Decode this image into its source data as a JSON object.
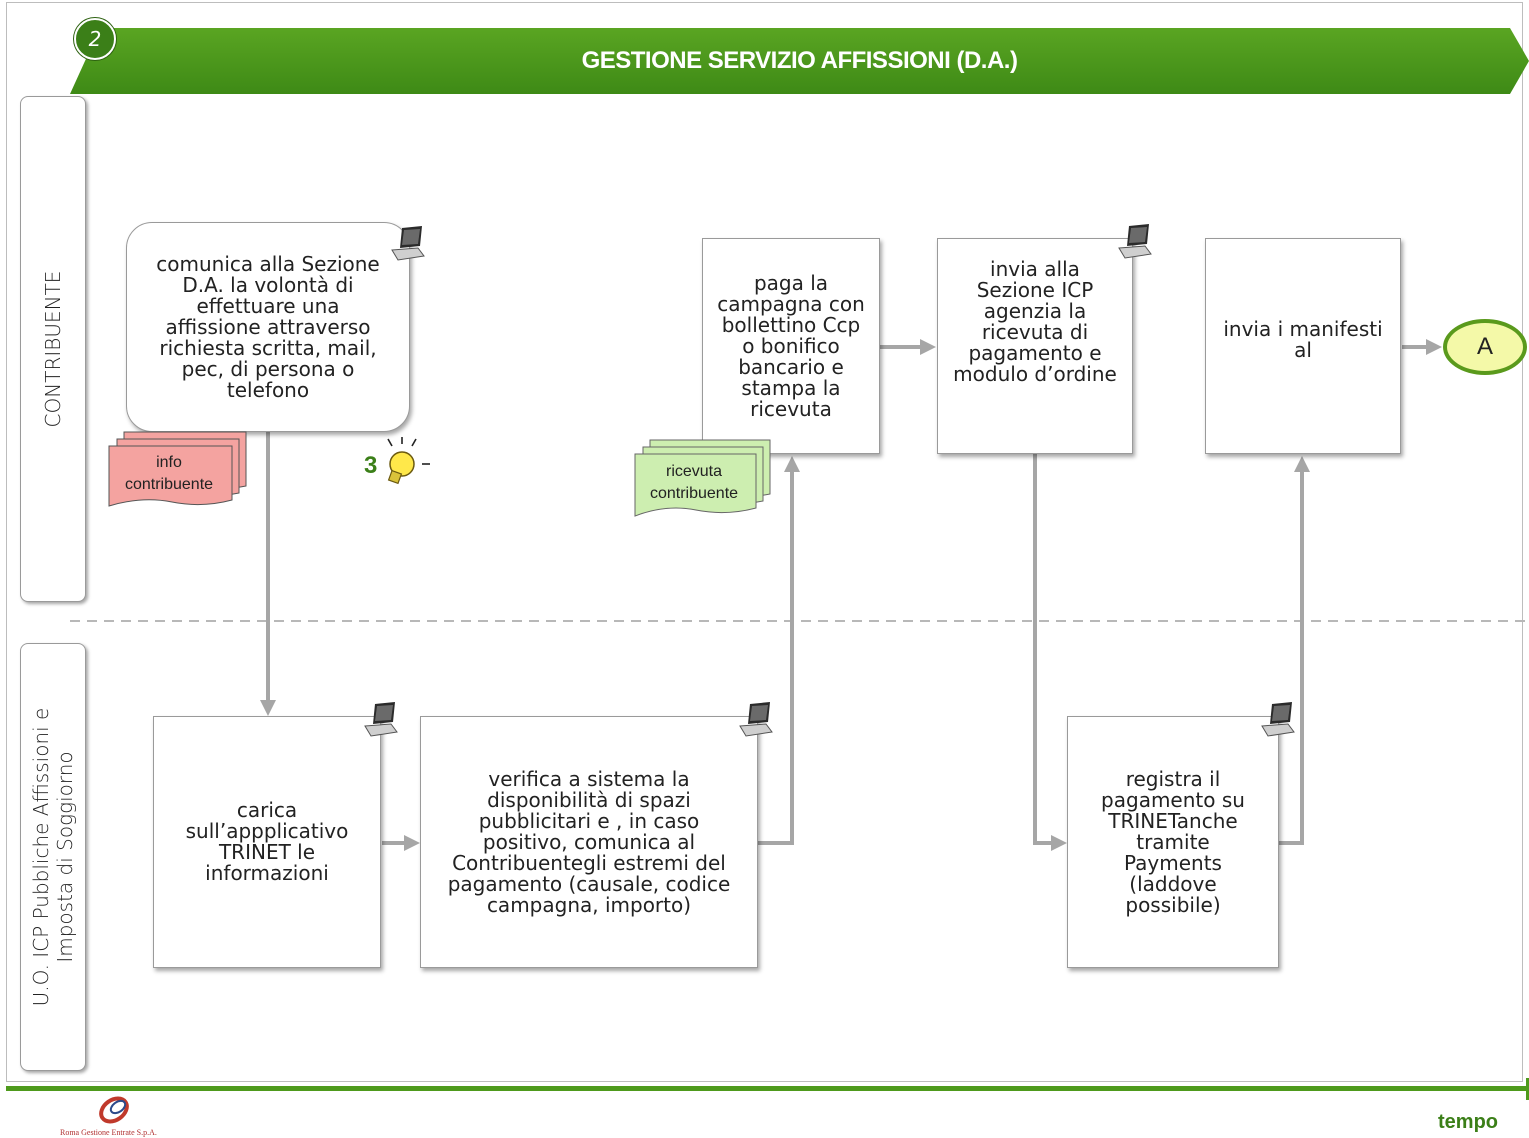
{
  "header": {
    "badge": "2",
    "title": "GESTIONE SERVIZIO AFFISSIONI (D.A.)"
  },
  "lanes": {
    "top": {
      "label": "CONTRIBUENTE"
    },
    "bottom": {
      "label_line1": "U.O. ICP Pubbliche Affissioni e",
      "label_line2": "Imposta di Soggiorno"
    }
  },
  "steps": {
    "comunica": {
      "lines": [
        "comunica alla Sezione",
        "D.A. la volontà di",
        "effettuare una",
        "affissione attraverso",
        "richiesta scritta, mail,",
        "pec, di persona o",
        "telefono"
      ],
      "icon": "computer-icon"
    },
    "paga": {
      "lines": [
        "paga la",
        "campagna con",
        "bollettino Ccp",
        "o bonifico",
        "bancario e",
        "stampa la",
        "ricevuta"
      ]
    },
    "invia_ricevuta": {
      "lines": [
        "invia alla",
        "Sezione ICP",
        "agenzia la",
        "ricevuta di",
        "pagamento e",
        "modulo d’ordine"
      ],
      "icon": "computer-icon"
    },
    "invia_manifesti": {
      "lines": [
        "invia i manifesti",
        "al"
      ]
    },
    "carica": {
      "lines": [
        "carica",
        "sull’appplicativo",
        "TRINET  le",
        "informazioni"
      ],
      "icon": "computer-icon"
    },
    "verifica": {
      "lines": [
        "verifica  a sistema la",
        "disponibilità di spazi",
        "pubblicitari e , in caso",
        "positivo, comunica al",
        "Contribuentegli estremi del",
        "pagamento (causale, codice",
        "campagna, importo)"
      ],
      "icon": "computer-icon"
    },
    "registra": {
      "lines": [
        "registra il",
        "pagamento su",
        "TRINETanche",
        "tramite",
        "Payments",
        "(laddove",
        "possibile)"
      ],
      "icon": "computer-icon"
    }
  },
  "documents": {
    "info": {
      "line1": "info",
      "line2": "contribuente",
      "color": "#f4a3a0"
    },
    "ricevuta": {
      "line1": "ricevuta",
      "line2": "contribuente",
      "color": "#cdeeb0"
    }
  },
  "connector": {
    "label": "A"
  },
  "lamp": {
    "number": "3",
    "icon": "lightbulb-icon"
  },
  "footer": {
    "axis_label": "tempo",
    "company": "Roma Gestione Entrate S.p.A."
  },
  "colors": {
    "brand_green": "#4e9a1c",
    "dark_green": "#3b7f18",
    "arrow_gray": "#a6a6a6"
  }
}
